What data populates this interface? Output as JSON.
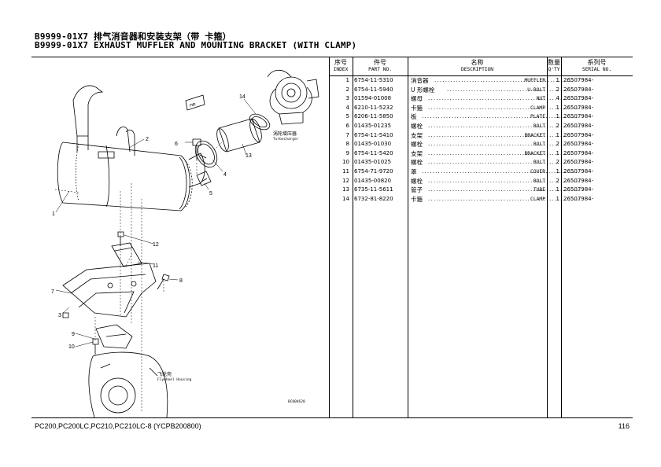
{
  "header": {
    "title_zh": "B9999-01X7 排气消音器和安装支架（带 卡箍）",
    "title_en": "B9999-01X7 EXHAUST MUFFLER AND MOUNTING BRACKET (WITH CLAMP)"
  },
  "table": {
    "headers": {
      "index_zh": "序号",
      "index_en": "INDEX",
      "part_zh": "件号",
      "part_en": "PART NO.",
      "desc_zh": "名称",
      "desc_en": "DESCRIPTION",
      "qty_zh": "数量",
      "qty_en": "Q'TY",
      "serial_zh": "系列号",
      "serial_en": "SERIAL NO."
    },
    "rows": [
      {
        "index": "1",
        "part": "6754-11-5310",
        "zh": "消音器",
        "en": "MUFFLER",
        "qty": "1",
        "serial": "26507984-"
      },
      {
        "index": "2",
        "part": "6754-11-5940",
        "zh": "U 形螺栓",
        "en": "U-BOLT",
        "qty": "2",
        "serial": "26507984-"
      },
      {
        "index": "3",
        "part": "01594-01008",
        "zh": "螺母",
        "en": "NUT",
        "qty": "4",
        "serial": "26507984-"
      },
      {
        "index": "4",
        "part": "6210-11-5232",
        "zh": "卡箍",
        "en": "CLAMP",
        "qty": "1",
        "serial": "26507984-"
      },
      {
        "index": "5",
        "part": "6206-11-5850",
        "zh": "板",
        "en": "PLATE",
        "qty": "1",
        "serial": "26507984-"
      },
      {
        "index": "6",
        "part": "01435-01235",
        "zh": "螺栓",
        "en": "BOLT",
        "qty": "2",
        "serial": "26507984-"
      },
      {
        "index": "7",
        "part": "6754-11-5410",
        "zh": "支架",
        "en": "BRACKET",
        "qty": "1",
        "serial": "26507984-"
      },
      {
        "index": "8",
        "part": "01435-01030",
        "zh": "螺栓",
        "en": "BOLT",
        "qty": "2",
        "serial": "26507984-"
      },
      {
        "index": "9",
        "part": "6754-11-5420",
        "zh": "支架",
        "en": "BRACKET",
        "qty": "1",
        "serial": "26507984-"
      },
      {
        "index": "10",
        "part": "01435-01025",
        "zh": "螺栓",
        "en": "BOLT",
        "qty": "2",
        "serial": "26507984-"
      },
      {
        "index": "11",
        "part": "6754-71-9720",
        "zh": "罩",
        "en": "COVER",
        "qty": "1",
        "serial": "26507984-"
      },
      {
        "index": "12",
        "part": "01435-00820",
        "zh": "螺栓",
        "en": "BOLT",
        "qty": "2",
        "serial": "26507984-"
      },
      {
        "index": "13",
        "part": "6735-11-5611",
        "zh": "管子",
        "en": "TUBE",
        "qty": "1",
        "serial": "26507984-"
      },
      {
        "index": "14",
        "part": "6732-81-8220",
        "zh": "卡箍",
        "en": "CLAMP",
        "qty": "1",
        "serial": "26507984-"
      }
    ]
  },
  "diagram": {
    "callouts": [
      "1",
      "2",
      "3",
      "4",
      "5",
      "6",
      "7",
      "8",
      "9",
      "10",
      "11",
      "12",
      "13",
      "14"
    ],
    "fwd_label": "FWD",
    "turbo_zh": "涡轮增压器",
    "turbo_en": "Turbocharger",
    "flywheel_zh": "飞轮壳",
    "flywheel_en": "Flywheel Housing",
    "drawing_code": "BC004620"
  },
  "footer": {
    "model": "PC200,PC200LC,PC210,PC210LC-8 (YCPB200800)",
    "page": "116"
  }
}
